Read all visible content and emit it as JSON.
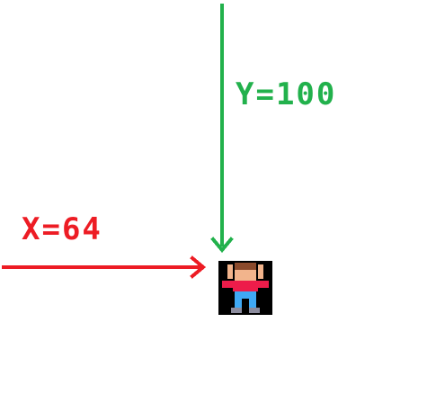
{
  "labels": {
    "y_label": "Y=100",
    "x_label": "X=64"
  },
  "colors": {
    "y_arrow": "#22b14c",
    "x_arrow": "#ed1c24",
    "background": "#ffffff"
  },
  "sprite": {
    "name": "player-sprite"
  }
}
